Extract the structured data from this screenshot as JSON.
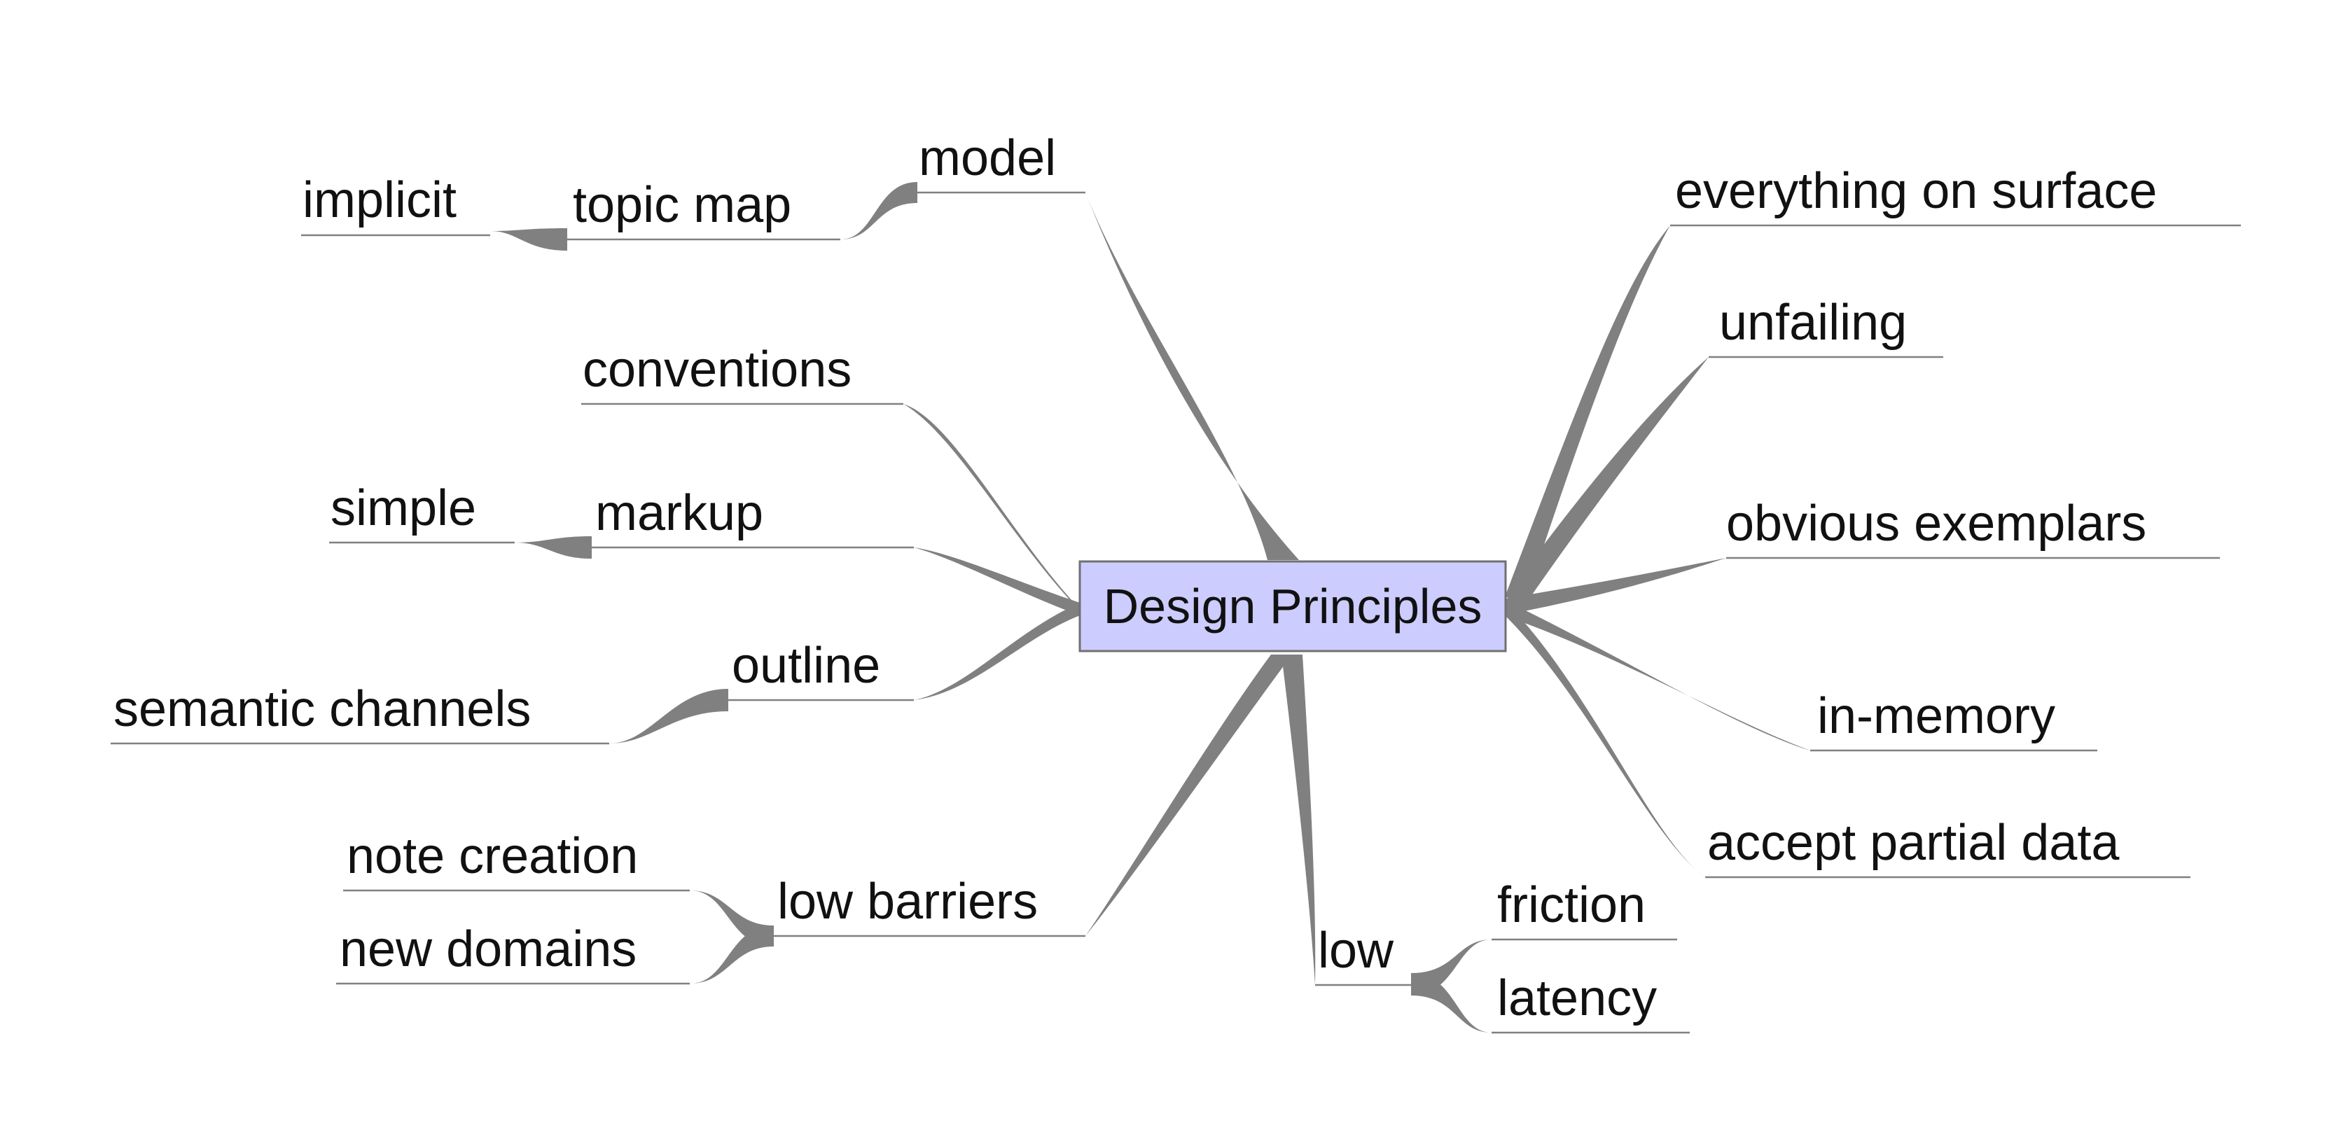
{
  "central": {
    "label": "Design Principles"
  },
  "branches": {
    "model": {
      "label": "model"
    },
    "topic_map": {
      "label": "topic map"
    },
    "implicit": {
      "label": "implicit"
    },
    "conventions": {
      "label": "conventions"
    },
    "markup": {
      "label": "markup"
    },
    "simple": {
      "label": "simple"
    },
    "outline": {
      "label": "outline"
    },
    "semantic_channels": {
      "label": "semantic channels"
    },
    "low_barriers": {
      "label": "low barriers"
    },
    "note_creation": {
      "label": "note creation"
    },
    "new_domains": {
      "label": "new domains"
    },
    "low": {
      "label": "low"
    },
    "friction": {
      "label": "friction"
    },
    "latency": {
      "label": "latency"
    },
    "everything_on_surface": {
      "label": "everything on surface"
    },
    "unfailing": {
      "label": "unfailing"
    },
    "obvious_exemplars": {
      "label": "obvious exemplars"
    },
    "in_memory": {
      "label": "in-memory"
    },
    "accept_partial_data": {
      "label": "accept partial data"
    }
  },
  "colors": {
    "central_fill": "#ccccff",
    "central_border": "#707070",
    "branch": "#808080",
    "text": "#111111"
  }
}
